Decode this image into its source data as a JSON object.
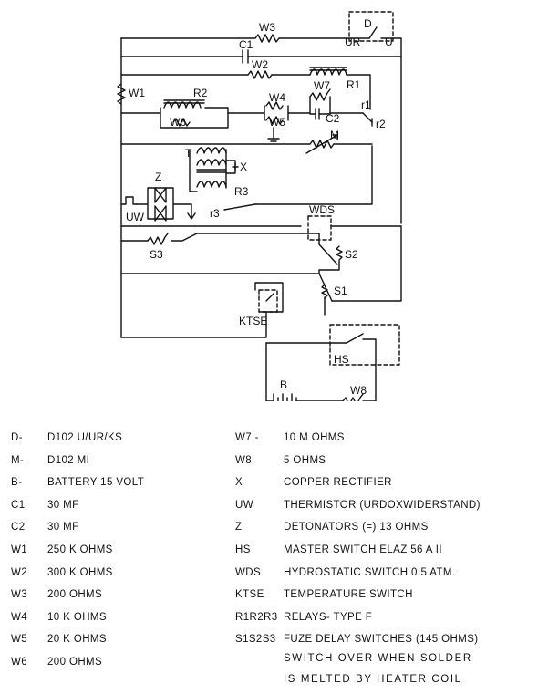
{
  "labels": {
    "d": "D",
    "ur": "UR",
    "u": "U",
    "w1": "W1",
    "w2": "W2",
    "w3": "W3",
    "w4": "W4",
    "w5": "W5",
    "w6": "W6",
    "w7": "W7",
    "w8": "W8",
    "c1": "C1",
    "c2": "C2",
    "r1": "R1",
    "r2": "R2",
    "r3": "R3",
    "r1s": "r1",
    "r2s": "r2",
    "r3s": "r3",
    "m": "M",
    "t": "T",
    "x": "X",
    "z": "Z",
    "uw": "UW",
    "wds": "WDS",
    "s1": "S1",
    "s2": "S2",
    "s3": "S3",
    "ktse": "KTSE",
    "hs": "HS",
    "b": "B",
    "plus": "(+)",
    "minus": "(-)"
  },
  "legend_left": [
    {
      "key": "D-",
      "value": "D102 U/UR/KS"
    },
    {
      "key": "M-",
      "value": "D102 MI"
    },
    {
      "key": "B-",
      "value": "BATTERY 15 VOLT"
    },
    {
      "key": "C1",
      "value": "30 MF"
    },
    {
      "key": "C2",
      "value": "30 MF"
    },
    {
      "key": "W1",
      "value": "250 K OHMS"
    },
    {
      "key": "W2",
      "value": "300 K OHMS"
    },
    {
      "key": "W3",
      "value": "200 OHMS"
    },
    {
      "key": "W4",
      "value": "10 K OHMS"
    },
    {
      "key": "W5",
      "value": "20 K OHMS"
    },
    {
      "key": "W6",
      "value": "200 OHMS"
    }
  ],
  "legend_right": [
    {
      "key": "W7 -",
      "value": "10 M OHMS"
    },
    {
      "key": "W8",
      "value": "5 OHMS"
    },
    {
      "key": "X",
      "value": "COPPER RECTIFIER"
    },
    {
      "key": "UW",
      "value": "THERMISTOR (URDOXWIDERSTAND)"
    },
    {
      "key": "Z",
      "value": "DETONATORS (=) 13 OHMS"
    },
    {
      "key": "HS",
      "value": "MASTER SWITCH   ELAZ 56 A  II"
    },
    {
      "key": "WDS",
      "value": "HYDROSTATIC SWITCH 0.5 ATM."
    },
    {
      "key": "KTSE",
      "value": "TEMPERATURE SWITCH"
    },
    {
      "key": "R1R2R3",
      "value": "RELAYS- TYPE F"
    },
    {
      "key": "S1S2S3",
      "value": "FUZE DELAY SWITCHES (145 OHMS)"
    }
  ],
  "note": {
    "line1": "SWITCH OVER WHEN SOLDER",
    "line2": "IS MELTED BY HEATER COIL"
  }
}
